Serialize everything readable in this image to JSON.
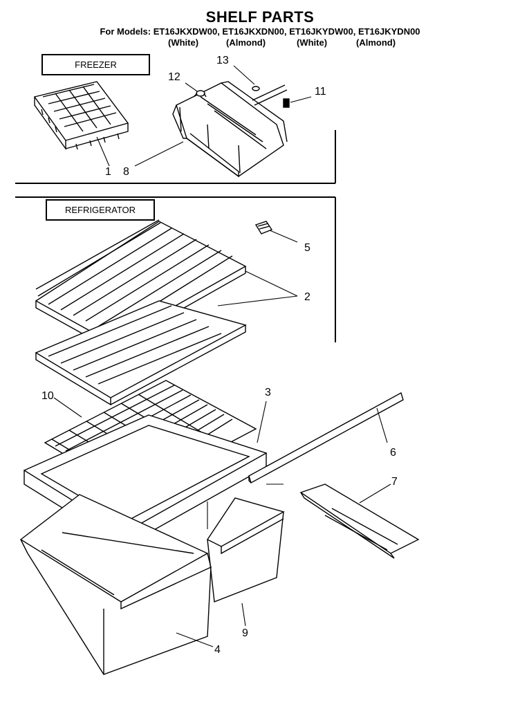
{
  "title": "SHELF PARTS",
  "models_line": "For Models: ET16JKXDW00, ET16JKXDN00, ET16JKYDW00, ET16JKYDN00",
  "colors": [
    "(White)",
    "(Almond)",
    "(White)",
    "(Almond)"
  ],
  "sections": {
    "freezer": "FREEZER",
    "refrigerator": "REFRIGERATOR"
  },
  "callouts": {
    "c1": "1",
    "c8": "8",
    "c12": "12",
    "c13": "13",
    "c11": "11",
    "c5": "5",
    "c2": "2",
    "c10": "10",
    "c3": "3",
    "c6": "6",
    "c7": "7",
    "c9": "9",
    "c4": "4"
  }
}
